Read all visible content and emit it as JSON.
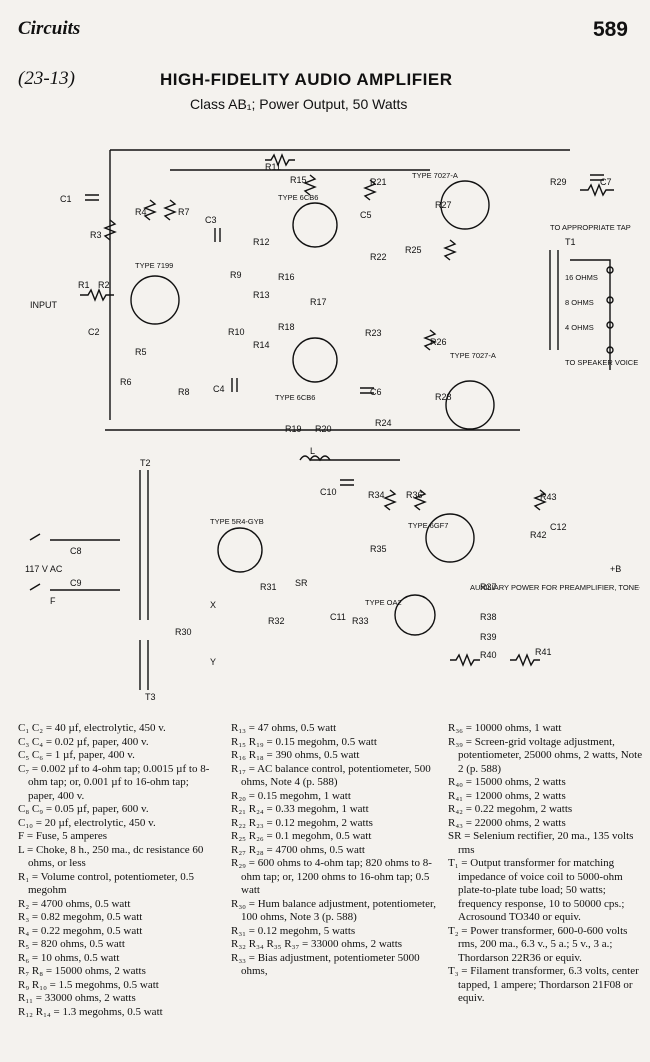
{
  "header": {
    "section": "Circuits",
    "page_number": "589"
  },
  "circuit": {
    "id": "(23-13)",
    "title": "HIGH-FIDELITY AUDIO AMPLIFIER",
    "subtitle": "Class AB₁; Power Output, 50 Watts"
  },
  "schematic": {
    "labels": {
      "input": "INPUT",
      "r1": "R1",
      "r2": "R2",
      "r3": "R3",
      "r4": "R4",
      "r5": "R5",
      "r6": "R6",
      "r7": "R7",
      "r8": "R8",
      "r9": "R9",
      "r10": "R10",
      "r11": "R11",
      "r12": "R12",
      "r13": "R13",
      "r14": "R14",
      "r15": "R15",
      "r16": "R16",
      "r17": "R17",
      "r18": "R18",
      "r19": "R19",
      "r20": "R20",
      "r21": "R21",
      "r22": "R22",
      "r23": "R23",
      "r24": "R24",
      "r25": "R25",
      "r26": "R26",
      "r27": "R27",
      "r28": "R28",
      "r29": "R29",
      "r30": "R30",
      "r31": "R31",
      "r32": "R32",
      "r33": "R33",
      "r34": "R34",
      "r35": "R35",
      "r36": "R36",
      "r37": "R37",
      "r38": "R38",
      "r39": "R39",
      "r40": "R40",
      "r41": "R41",
      "r42": "R42",
      "r43": "R43",
      "c1": "C1",
      "c2": "C2",
      "c3": "C3",
      "c4": "C4",
      "c5": "C5",
      "c6": "C6",
      "c7": "C7",
      "c8": "C8",
      "c9": "C9",
      "c10": "C10",
      "c11": "C11",
      "c12": "C12",
      "t1": "T1",
      "t2": "T2",
      "t3": "T3",
      "l": "L",
      "f": "F",
      "sr": "SR",
      "type7199": "TYPE 7199",
      "type6cb6a": "TYPE 6CB6",
      "type6cb6b": "TYPE 6CB6",
      "type7027a_top": "TYPE 7027-A",
      "type7027a_bot": "TYPE 7027-A",
      "type5r4": "TYPE 5R4-GYB",
      "type6gf7": "TYPE 6GF7",
      "typeoa2": "TYPE OA2",
      "ac": "117 V AC",
      "to_tap": "TO APPROPRIATE TAP",
      "ohms16": "16 OHMS",
      "ohms8": "8 OHMS",
      "ohms4": "4 OHMS",
      "to_speaker": "TO SPEAKER VOICE COIL",
      "aux": "AUXILIARY POWER FOR PREAMPLIFIER, TONE-CONTROL, AND MIXER CIRCUITS.",
      "plus_b": "+B",
      "x": "X",
      "y": "Y"
    }
  },
  "parts_list": {
    "col1": [
      "C₁ C₂ = 40 µf, electrolytic, 450 v.",
      "C₃ C₄ = 0.02 µf, paper, 400 v.",
      "C₅ C₆ = 1 µf, paper, 400 v.",
      "C₇ = 0.002 µf to 4-ohm tap; 0.0015 µf to 8-ohm tap; or, 0.001 µf to 16-ohm tap; paper, 400 v.",
      "C₈ C₉ = 0.05 µf, paper, 600 v.",
      "C₁₀ = 20 µf, electrolytic, 450 v.",
      "F = Fuse, 5 amperes",
      "L = Choke, 8 h., 250 ma., dc resistance 60 ohms, or less",
      "R₁ = Volume control, potentiometer, 0.5 megohm",
      "R₂ = 4700 ohms, 0.5 watt",
      "R₃ = 0.82 megohm, 0.5 watt",
      "R₄ = 0.22 megohm, 0.5 watt",
      "R₅ = 820 ohms, 0.5 watt",
      "R₆ = 10 ohms, 0.5 watt",
      "R₇ R₈ = 15000 ohms, 2 watts",
      "R₉ R₁₀ = 1.5 megohms, 0.5 watt",
      "R₁₁ = 33000 ohms, 2 watts",
      "R₁₂ R₁₄ = 1.3 megohms, 0.5 watt"
    ],
    "col2": [
      "R₁₃ = 47 ohms, 0.5 watt",
      "R₁₅ R₁₉ = 0.15 megohm, 0.5 watt",
      "R₁₆ R₁₈ = 390 ohms, 0.5 watt",
      "R₁₇ = AC balance control, potentiometer, 500 ohms, Note 4 (p. 588)",
      "R₂₀ = 0.15 megohm, 1 watt",
      "R₂₁ R₂₄ = 0.33 megohm, 1 watt",
      "R₂₂ R₂₃ = 0.12 megohm, 2 watts",
      "R₂₅ R₂₆ = 0.1 megohm, 0.5 watt",
      "R₂₇ R₂₈ = 4700 ohms, 0.5 watt",
      "R₂₉ = 600 ohms to 4-ohm tap; 820 ohms to 8-ohm tap; or, 1200 ohms to 16-ohm tap; 0.5 watt",
      "R₃₀ = Hum balance adjustment, potentiometer, 100 ohms, Note 3 (p. 588)",
      "R₃₁ = 0.12 megohm, 5 watts",
      "R₃₂ R₃₄ R₃₅ R₃₇ = 33000 ohms, 2 watts",
      "R₃₃ = Bias adjustment, potentiometer 5000 ohms,"
    ],
    "col3": [
      "R₃₆ = 10000 ohms, 1 watt",
      "R₃₉ = Screen-grid voltage adjustment, potentiometer, 25000 ohms, 2 watts, Note 2 (p. 588)",
      "R₄₀ = 15000 ohms, 2 watts",
      "R₄₁ = 12000 ohms, 2 watts",
      "R₄₂ = 0.22 megohm, 2 watts",
      "R₄₃ = 22000 ohms, 2 watts",
      "SR = Selenium rectifier, 20 ma., 135 volts rms",
      "T₁ = Output transformer for matching impedance of voice coil to 5000-ohm plate-to-plate tube load; 50 watts; frequency response, 10 to 50000 cps.; Acrosound TO340 or equiv.",
      "T₂ = Power transformer, 600-0-600 volts rms, 200 ma., 6.3 v., 5 a.; 5 v., 3 a.; Thordarson 22R36 or equiv.",
      "T₃ = Filament transformer, 6.3 volts, center tapped, 1 ampere; Thordarson 21F08 or equiv."
    ]
  }
}
